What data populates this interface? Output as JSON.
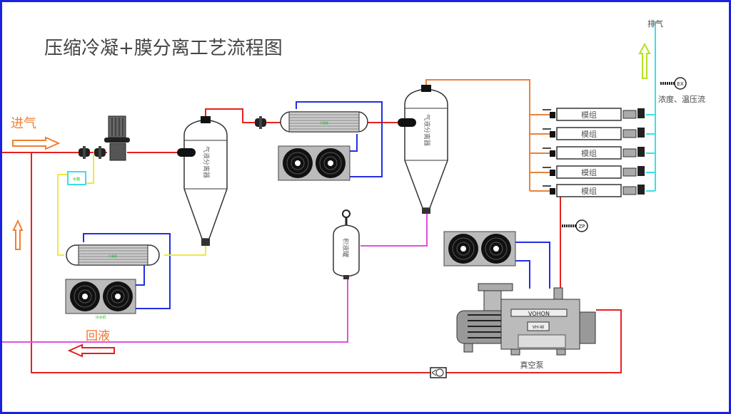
{
  "title": "压缩冷凝+膜分离工艺流程图",
  "labels": {
    "inlet": "进气",
    "return_liquid": "回液",
    "exhaust": "排气",
    "sensor_note": "浓度、温压流",
    "vacuum_pump": "真空泵",
    "separator": "气液分离器",
    "receiver": "积液罐",
    "water_tank": "水箱",
    "condenser": "冷凝器",
    "chiller": "冷水机",
    "sensor_ex": "EX",
    "sensor_zp": "ZP",
    "pump_brand": "VOHON",
    "pump_model": "VH-W"
  },
  "modules": [
    "模组",
    "模组",
    "模组",
    "模组",
    "模组"
  ],
  "colors": {
    "frame": "#1a22e0",
    "gas_line": "#e82020",
    "permeate_line": "#e8823c",
    "exhaust_line": "#38e0e8",
    "coolant_line": "#2030e0",
    "water_line": "#f0e840",
    "liquid_line": "#e050e0",
    "inlet_arrow": "#f08030",
    "exhaust_arrow": "#b8e020",
    "return_arrow": "#e02020"
  }
}
